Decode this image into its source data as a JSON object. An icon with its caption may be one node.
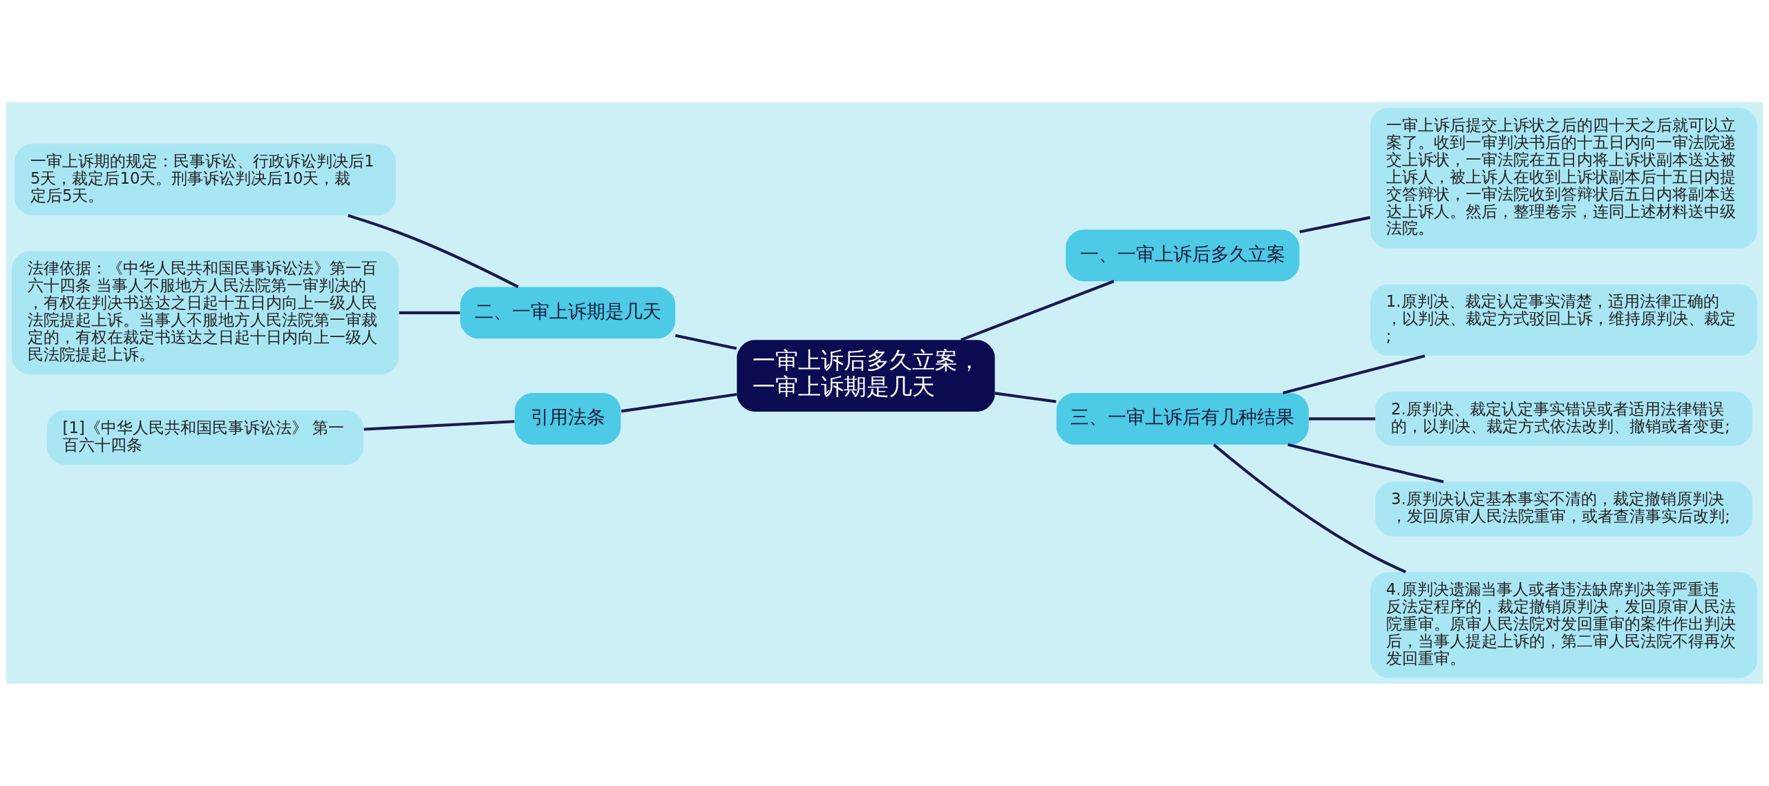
{
  "diagram": {
    "nodes": [
      {
        "text": [
          "一审上诉后多久立案，一审上诉期是几天"
        ]
      },
      {
        "text": [
          "二、一审上诉期是几天"
        ]
      },
      {
        "text": [
          "一审上诉期的规定：民事诉讼、行政诉讼判决后15天，裁定后10天。刑事诉讼判决后10天，裁定后5天。"
        ]
      },
      {
        "text": [
          "法律依据：《中华人民共和国民事诉讼法》第一百六十四条 当事人不服地方人民法院第一审判决的，有权在判决书送达之日起十五日内向上一级人民法院提起上诉。当事人不服地方人民法院第一审裁定的，有权在裁定书送达之日起十日内向上一级人民法院提起上诉。"
        ]
      },
      {
        "text": [
          "引用法条"
        ]
      },
      {
        "text": [
          "[1]《中华人民共和国民事诉讼法》 第一百六十四条"
        ]
      },
      {
        "text": [
          "一、一审上诉后多久立案"
        ]
      },
      {
        "text": [
          "一审上诉后提交上诉状之后的四十天之后就可以立案了。收到一审判决书后的十五日内向一审法院递交上诉状，一审法院在五日内将上诉状副本送达被上诉人，被上诉人在收到上诉状副本后十五日内提交答辩状，一审法院收到答辩状后五日内将副本送达上诉人。然后，整理卷宗，连同上述材料送中级法院。"
        ]
      },
      {
        "text": [
          "三、一审上诉后有几种结果"
        ]
      },
      {
        "text": [
          "1.原判决、裁定认定事实清楚，适用法律正确的，以判决、裁定方式驳回上诉，维持原判决、裁定;"
        ]
      },
      {
        "text": [
          "2.原判决、裁定认定事实错误或者适用法律错误的，以判决、裁定方式依法改判、撤销或者变更;"
        ]
      },
      {
        "text": [
          "3.原判决认定基本事实不清的，裁定撤销原判决，发回原审人民法院重审，或者查清事实后改判;"
        ]
      },
      {
        "text": [
          "4.原判决遗漏当事人或者违法缺席判决等严重违反法定程序的，裁定撤销原判决，发回原审人民法院重审。原审人民法院对发回重审的案件作出判决后，当事人提起上诉的，第二审人民法院不得再次发回重审。"
        ]
      }
    ],
    "edges": [
      {
        "from": 0,
        "to": 1,
        "arrow": "none"
      },
      {
        "from": 1,
        "to": 2,
        "arrow": "none"
      },
      {
        "from": 1,
        "to": 3,
        "arrow": "none"
      },
      {
        "from": 0,
        "to": 4,
        "arrow": "none"
      },
      {
        "from": 4,
        "to": 5,
        "arrow": "none"
      },
      {
        "from": 0,
        "to": 6,
        "arrow": "none"
      },
      {
        "from": 6,
        "to": 7,
        "arrow": "none"
      },
      {
        "from": 0,
        "to": 8,
        "arrow": "none"
      },
      {
        "from": 8,
        "to": 9,
        "arrow": "none"
      },
      {
        "from": 8,
        "to": 10,
        "arrow": "none"
      },
      {
        "from": 8,
        "to": 11,
        "arrow": "none"
      },
      {
        "from": 8,
        "to": 12,
        "arrow": "none"
      }
    ]
  }
}
